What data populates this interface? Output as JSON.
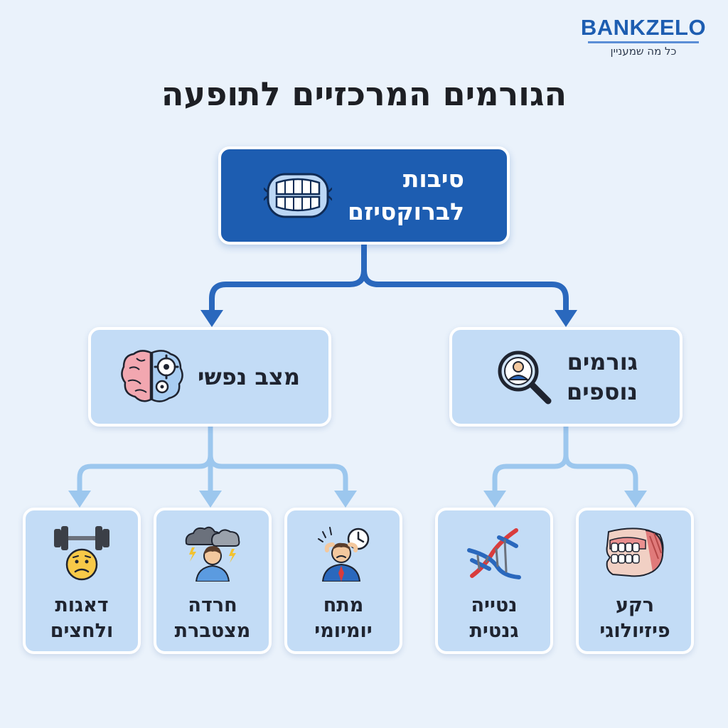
{
  "brand": {
    "name": "BANKZELO",
    "tagline": "כל מה שמעניין"
  },
  "title": "הגורמים המרכזיים לתופעה",
  "root": {
    "line1": "סיבות",
    "line2": "לברוקסיזם",
    "icon": "teeth-grinding-icon"
  },
  "branches": {
    "psychological": {
      "line1": "מצב נפשי",
      "icon": "brain-gears-icon"
    },
    "additional": {
      "line1": "גורמים",
      "line2": "נוספים",
      "icon": "magnifier-person-icon"
    }
  },
  "leaves": {
    "worries": {
      "line1": "דאגות",
      "line2": "ולחצים",
      "icon": "dumbbell-worried-face-icon"
    },
    "anxiety": {
      "line1": "חרדה",
      "line2": "מצטברת",
      "icon": "storm-cloud-person-icon"
    },
    "stress": {
      "line1": "מתח",
      "line2": "יומיומי",
      "icon": "stressed-man-clock-icon"
    },
    "genetic": {
      "line1": "נטייה",
      "line2": "גנטית",
      "icon": "dna-icon"
    },
    "physiological": {
      "line1": "רקע",
      "line2": "פיזיולוגי",
      "icon": "jaw-teeth-icon"
    }
  },
  "colors": {
    "background": "#eaf2fb",
    "primary": "#1d5db1",
    "box": "#c3dcf6",
    "connector_dark": "#2a68bd",
    "connector_light": "#9cc7ee"
  }
}
